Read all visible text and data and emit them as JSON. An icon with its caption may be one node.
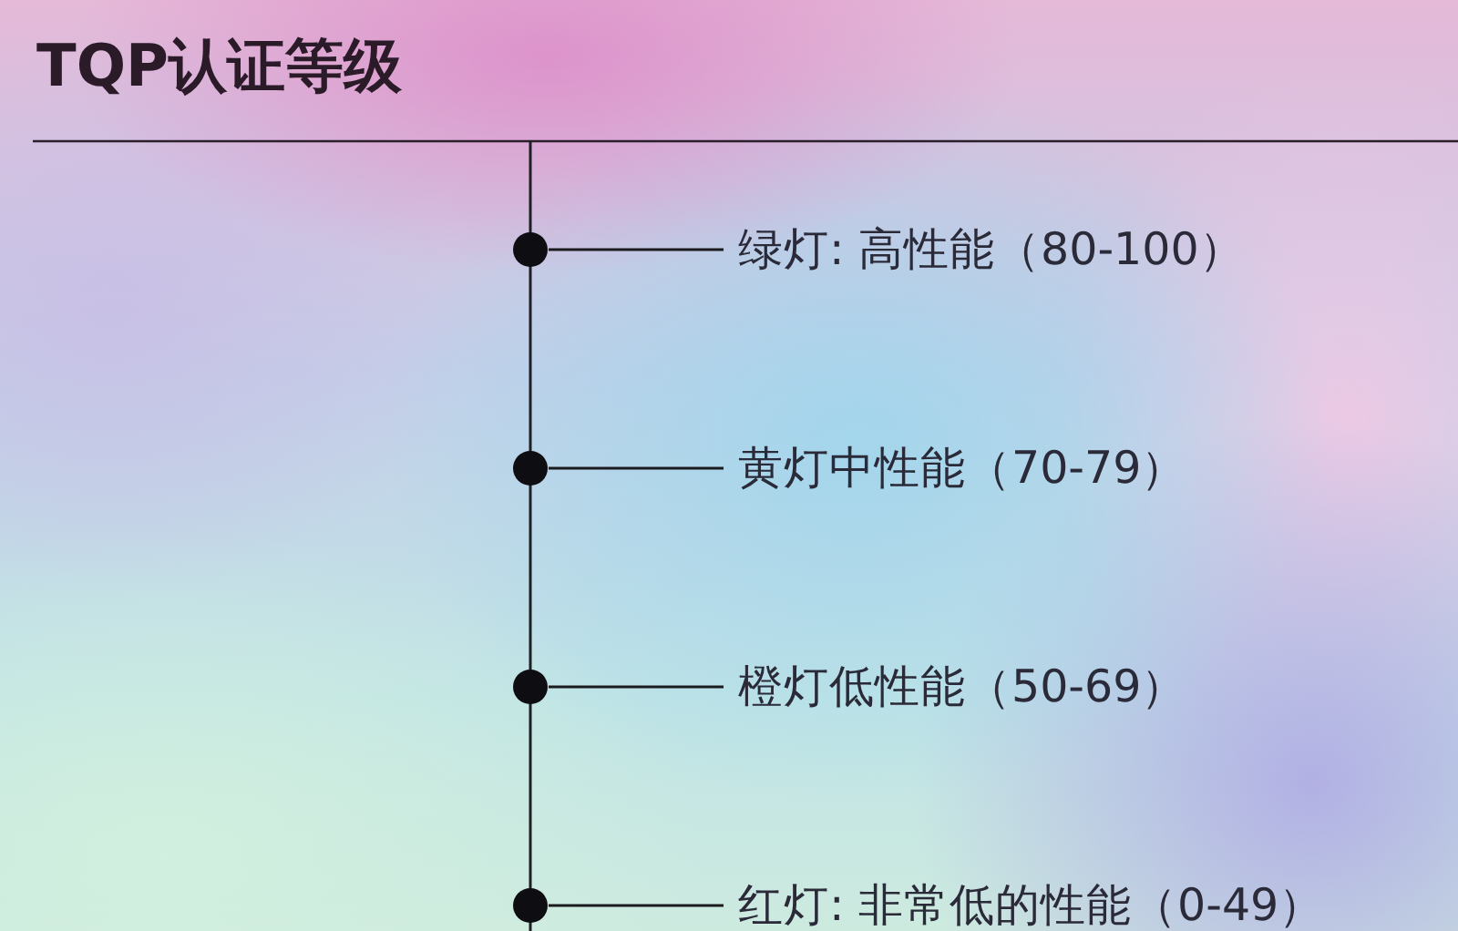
{
  "diagram": {
    "title": "TQP认证等级",
    "nodes": [
      {
        "text": [],
        "shape": "circle"
      },
      {
        "text": [
          "绿灯: 高性能（80-100）"
        ]
      },
      {
        "text": [],
        "shape": "circle"
      },
      {
        "text": [
          "黄灯中性能（70-79）"
        ]
      },
      {
        "text": [],
        "shape": "circle"
      },
      {
        "text": [
          "橙灯低性能（50-69）"
        ]
      },
      {
        "text": [],
        "shape": "circle"
      },
      {
        "text": [
          "红灯: 非常低的性能（0-49）"
        ]
      }
    ],
    "edges": [
      {
        "from": 1,
        "to": 0,
        "arrow": "none"
      },
      {
        "from": 3,
        "to": 2,
        "arrow": "none"
      },
      {
        "from": 5,
        "to": 4,
        "arrow": "none"
      },
      {
        "from": 7,
        "to": 6,
        "arrow": "none"
      }
    ]
  }
}
